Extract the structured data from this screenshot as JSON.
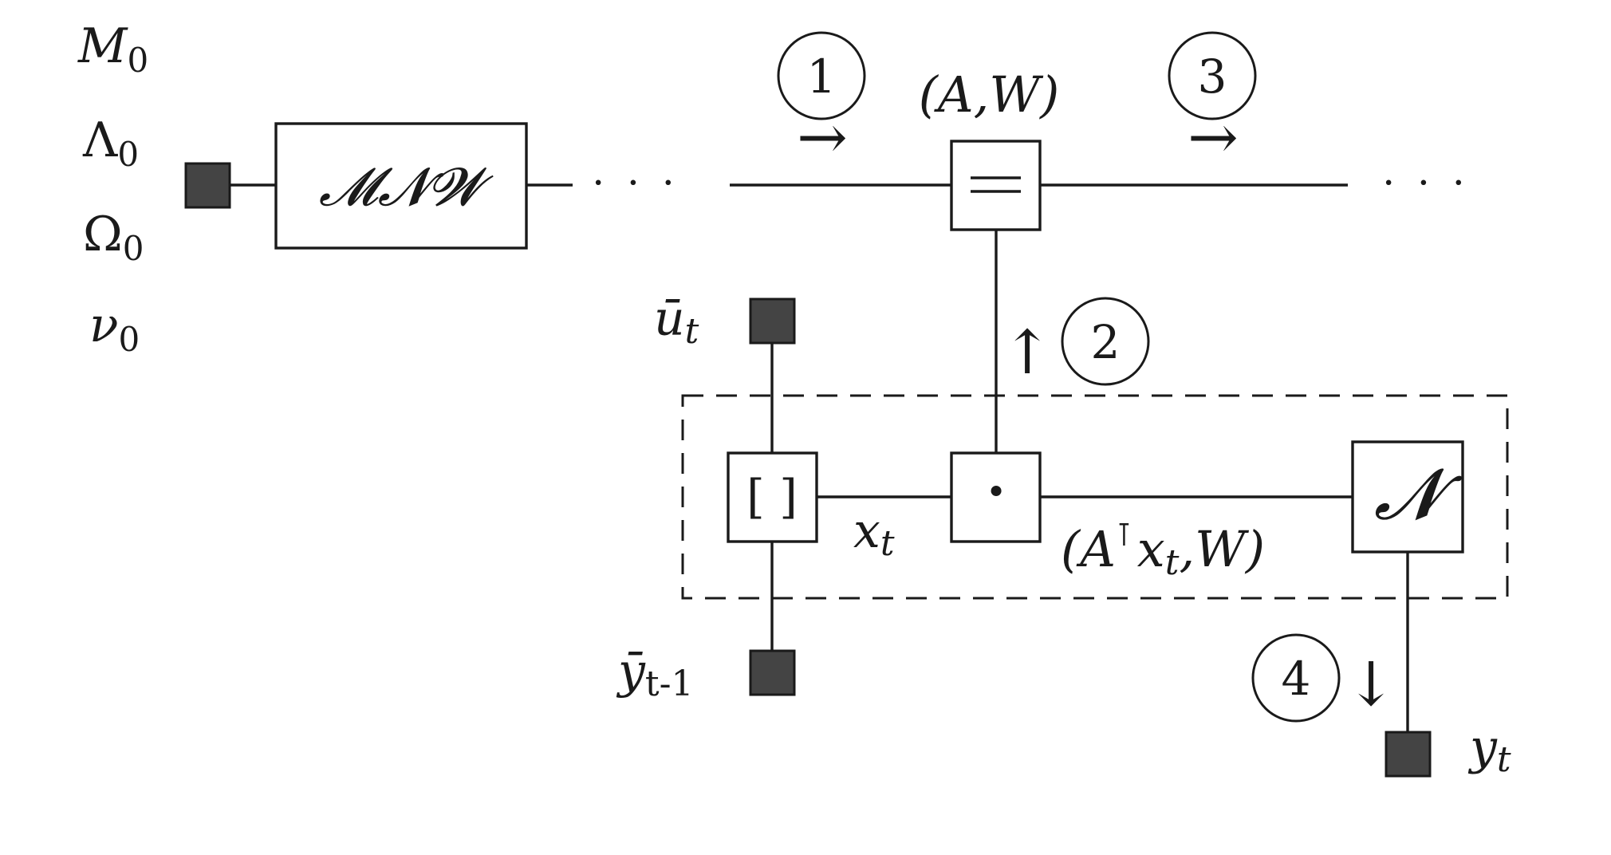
{
  "prior_params": {
    "M0": {
      "base": "M",
      "sub": "0"
    },
    "Lambda0": {
      "base": "Λ",
      "sub": "0"
    },
    "Omega0": {
      "base": "Ω",
      "sub": "0"
    },
    "nu0": {
      "base": "ν",
      "sub": "0"
    }
  },
  "nodes": {
    "mnw": "𝓜𝓝𝓦",
    "equality": "=",
    "concat": "[ ]",
    "dot": "·",
    "normal": "𝓝"
  },
  "labels": {
    "aw": "(A,W)",
    "xt": {
      "base": "x",
      "sub": "t"
    },
    "atxw_open": "(A",
    "atxw_t": "⊺",
    "atxw_x": "x",
    "atxw_sub": "t",
    "atxw_close": ",W)",
    "ut": {
      "base": "ū",
      "sub": "t"
    },
    "yt1": {
      "base": "ȳ",
      "sub": "t-1"
    },
    "yt": {
      "base": "y",
      "sub": "t"
    },
    "ellipsis": "· · ·"
  },
  "messages": [
    {
      "number": "1",
      "arrow": "→"
    },
    {
      "number": "2",
      "arrow": "↑"
    },
    {
      "number": "3",
      "arrow": "→"
    },
    {
      "number": "4",
      "arrow": "↓"
    }
  ]
}
